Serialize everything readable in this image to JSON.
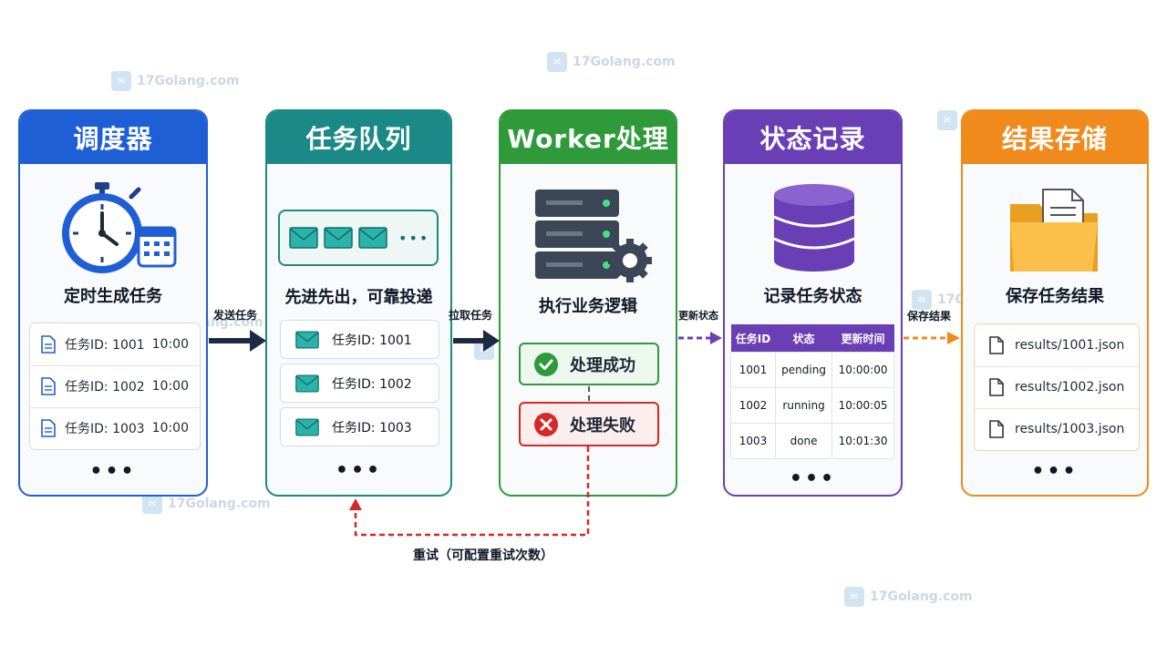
{
  "watermark": "17Golang.com",
  "scheduler": {
    "title": "调度器",
    "subtitle": "定时生成任务",
    "tasks": [
      {
        "id": "任务ID: 1001",
        "time": "10:00"
      },
      {
        "id": "任务ID: 1002",
        "time": "10:00"
      },
      {
        "id": "任务ID: 1003",
        "time": "10:00"
      }
    ],
    "more": "•••"
  },
  "queue": {
    "title": "任务队列",
    "subtitle": "先进先出，可靠投递",
    "ellipsis": "•••",
    "tasks": [
      "任务ID: 1001",
      "任务ID: 1002",
      "任务ID: 1003"
    ],
    "more": "•••"
  },
  "worker": {
    "title": "Worker处理",
    "subtitle": "执行业务逻辑",
    "success": "处理成功",
    "failure": "处理失败"
  },
  "status": {
    "title": "状态记录",
    "subtitle": "记录任务状态",
    "headers": [
      "任务ID",
      "状态",
      "更新时间"
    ],
    "rows": [
      [
        "1001",
        "pending",
        "10:00:00"
      ],
      [
        "1002",
        "running",
        "10:00:05"
      ],
      [
        "1003",
        "done",
        "10:01:30"
      ]
    ],
    "more": "•••"
  },
  "results": {
    "title": "结果存储",
    "subtitle": "保存任务结果",
    "files": [
      "results/1001.json",
      "results/1002.json",
      "results/1003.json"
    ],
    "more": "•••"
  },
  "arrows": {
    "send": "发送任务",
    "pull": "拉取任务",
    "update": "更新状态",
    "save": "保存结果",
    "retry": "重试（可配置重试次数）"
  },
  "colors": {
    "scheduler": "#1f5fd6",
    "queue": "#1b8a86",
    "worker": "#2e9a3a",
    "status": "#6a3fb5",
    "results": "#f08a1c",
    "retry": "#d62828"
  }
}
